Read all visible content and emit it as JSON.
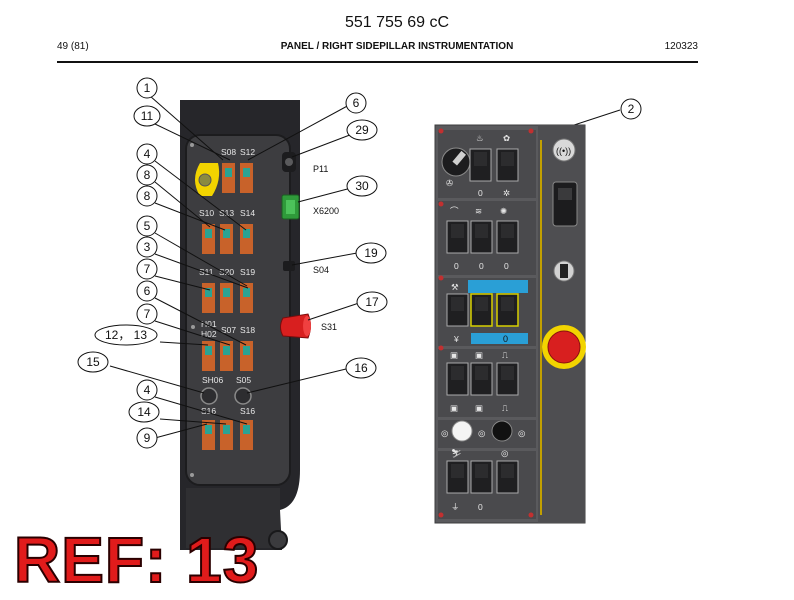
{
  "header": {
    "doc_number": "551 755 69 cC",
    "page": "49 (81)",
    "title": "PANEL / RIGHT SIDEPILLAR INSTRUMENTATION",
    "date": "120323"
  },
  "ref_label": "REF: 13",
  "colors": {
    "panel_dark": "#3a3a3c",
    "switch_orange": "#c8622a",
    "switch_teal": "#2aa393",
    "key_yellow": "#f2d400",
    "connector_green": "#2f9a3a",
    "button_red": "#d81f1f",
    "accent_blue": "#2a9fd6"
  },
  "callouts": {
    "c1": "1",
    "c11": "11",
    "c4a": "4",
    "c8a": "8",
    "c8b": "8",
    "c5": "5",
    "c3": "3",
    "c7a": "7",
    "c6b": "6",
    "c7b": "7",
    "c1213": "12， 13",
    "c15": "15",
    "c4b": "4",
    "c14": "14",
    "c9": "9",
    "c6": "6",
    "c29": "29",
    "c30": "30",
    "c19": "19",
    "c17": "17",
    "c16": "16",
    "c2": "2"
  },
  "codes": {
    "S08": "S08",
    "S12": "S12",
    "S10": "S10",
    "S13": "S13",
    "S14": "S14",
    "S11": "S11",
    "S20": "S20",
    "S19": "S19",
    "H01": "H01",
    "H02": "H02",
    "S07": "S07",
    "S18": "S18",
    "SH06": "SH06",
    "S05": "S05",
    "S16a": "S16",
    "S16b": "S16",
    "P11": "P11",
    "X6200": "X6200",
    "S04": "S04",
    "S31": "S31"
  },
  "panel_right": {
    "zero_labels": [
      "0",
      "0",
      "0",
      "0",
      "0",
      "0"
    ]
  }
}
